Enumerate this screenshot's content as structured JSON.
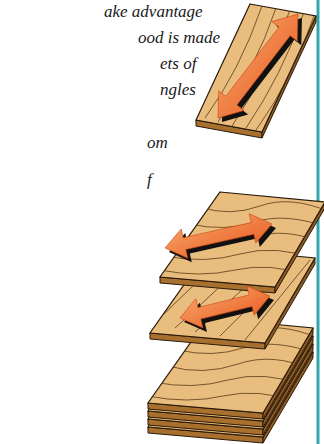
{
  "diagram": {
    "labels": [
      "ake advantage",
      "ood is made",
      "ets of",
      "ngles",
      "om",
      "f"
    ]
  }
}
